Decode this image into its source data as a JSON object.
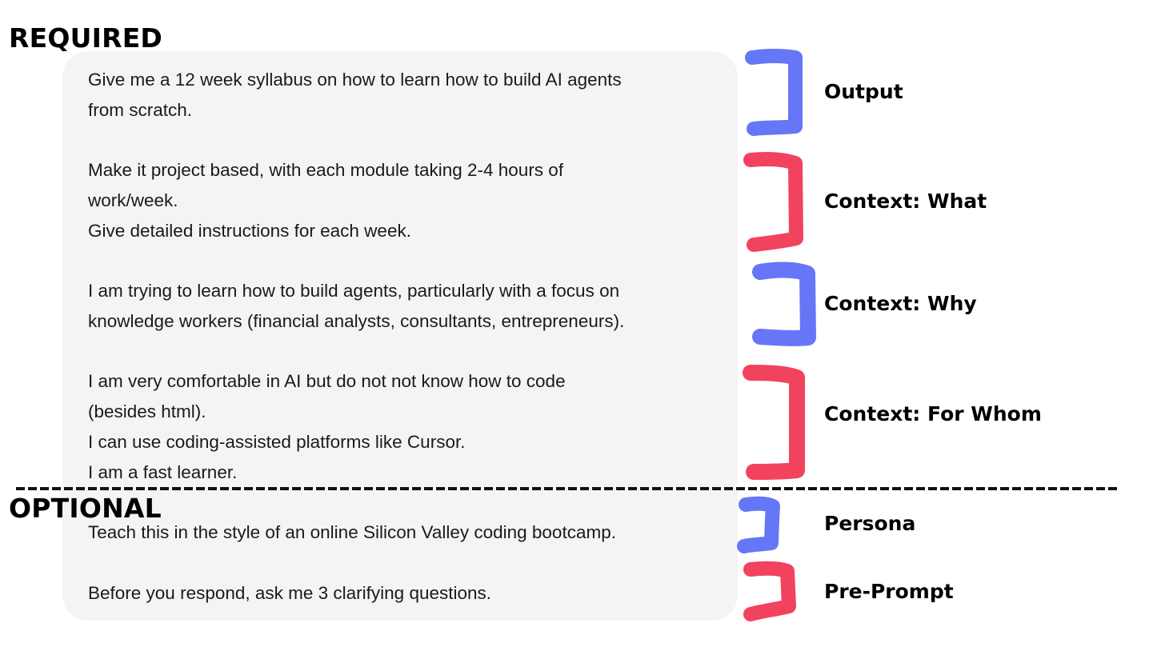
{
  "colors": {
    "blue": "#6577f7",
    "red": "#f2435e",
    "panel": "#f4f4f4"
  },
  "sections": {
    "required": "REQUIRED",
    "optional": "OPTIONAL"
  },
  "prompt": {
    "lines": [
      "Give me a 12 week syllabus on how to learn how to build AI agents",
      "from scratch.",
      "Make it project based, with each module taking 2-4 hours of",
      "work/week.",
      "Give detailed instructions for each week.",
      "I am trying to learn how to build agents, particularly with a focus on",
      "knowledge workers (financial analysts, consultants, entrepreneurs).",
      "I am very comfortable in AI but do not not know how to code",
      "(besides html).",
      "I can use coding-assisted platforms like Cursor.",
      "I am a fast learner.",
      "Teach this in the style of an online Silicon Valley coding bootcamp.",
      "Before you respond, ask me 3 clarifying questions."
    ]
  },
  "annotations": [
    {
      "label": "Output",
      "color": "blue",
      "section": "required"
    },
    {
      "label": "Context: What",
      "color": "red",
      "section": "required"
    },
    {
      "label": "Context: Why",
      "color": "blue",
      "section": "required"
    },
    {
      "label": "Context: For Whom",
      "color": "red",
      "section": "required"
    },
    {
      "label": "Persona",
      "color": "blue",
      "section": "optional"
    },
    {
      "label": "Pre-Prompt",
      "color": "red",
      "section": "optional"
    }
  ]
}
